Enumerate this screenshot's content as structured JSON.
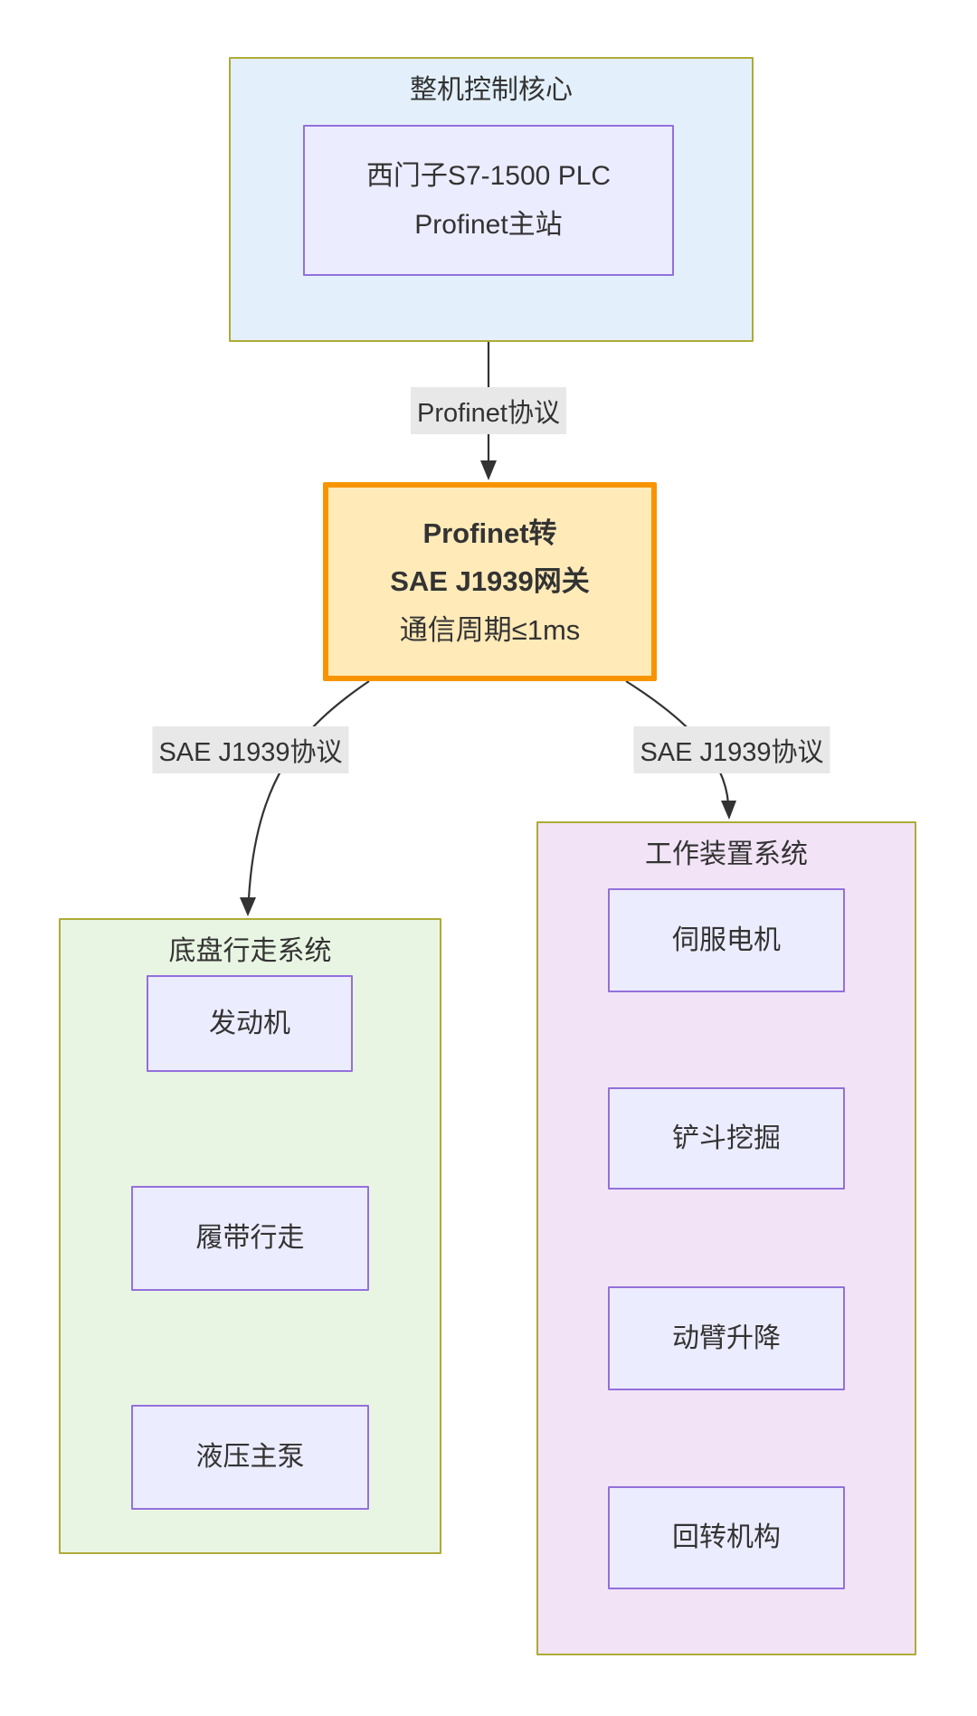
{
  "diagram": {
    "control_core": {
      "title": "整机控制核心",
      "plc_node": {
        "line1": "西门子S7-1500 PLC",
        "line2": "Profinet主站"
      }
    },
    "gateway": {
      "line1": "Profinet转",
      "line2": "SAE J1939网关",
      "line3": "通信周期≤1ms"
    },
    "edges": {
      "profinet_label": "Profinet协议",
      "j1939_left_label": "SAE J1939协议",
      "j1939_right_label": "SAE J1939协议"
    },
    "chassis": {
      "title": "底盘行走系统",
      "nodes": [
        "发动机",
        "履带行走",
        "液压主泵"
      ]
    },
    "work_device": {
      "title": "工作装置系统",
      "nodes": [
        "伺服电机",
        "铲斗挖掘",
        "动臂升降",
        "回转机构"
      ]
    },
    "colors": {
      "cluster_border": "#aeab37",
      "control_core_fill": "#e3f0fb",
      "chassis_fill": "#e9f5e3",
      "work_device_fill": "#f2e4f6",
      "node_fill": "#ececff",
      "node_border": "#9370db",
      "gateway_fill": "#ffeab8",
      "gateway_border": "#f89400",
      "edge_label_bg": "#e8e8e8",
      "edge_color": "#333333",
      "text_color": "#333333"
    }
  }
}
